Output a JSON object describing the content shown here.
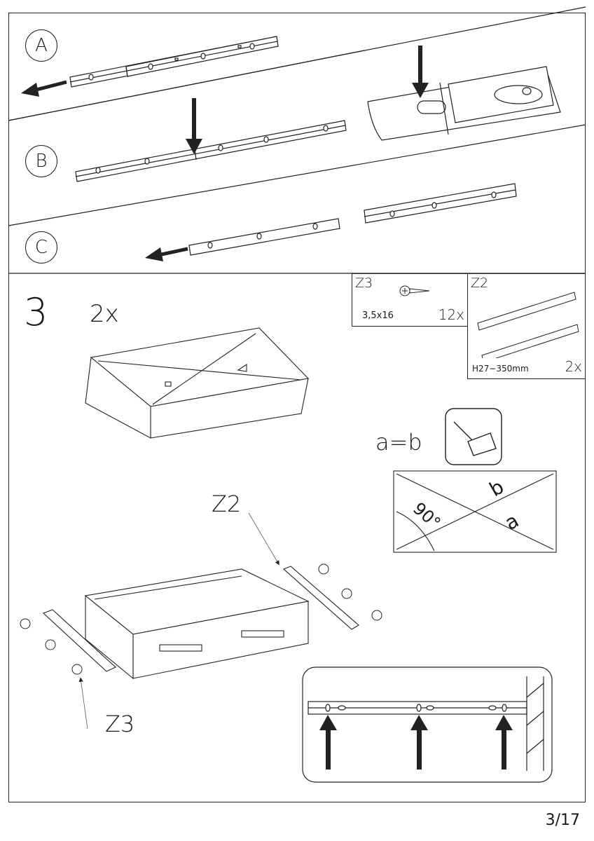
{
  "steps": {
    "a": "A",
    "b": "B",
    "c": "C",
    "main": "3",
    "quantity": "2x"
  },
  "parts": {
    "z3": {
      "code": "Z3",
      "size": "3,5x16",
      "qty": "12x"
    },
    "z2": {
      "code": "Z2",
      "size": "H27−350mm",
      "qty": "2x"
    }
  },
  "note": {
    "equation": "a=b",
    "angle": "90°",
    "diag_a": "a",
    "diag_b": "b"
  },
  "callouts": {
    "z2": "Z2",
    "z3": "Z3"
  },
  "footer": {
    "page": "3/17"
  }
}
